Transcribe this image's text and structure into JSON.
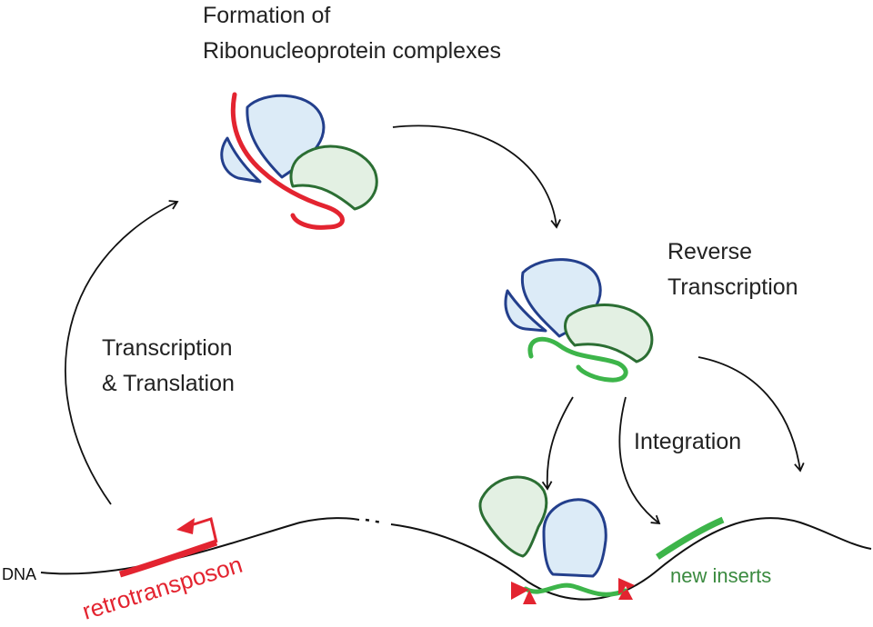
{
  "labels": {
    "formation_line1": "Formation of",
    "formation_line2": "Ribonucleoprotein complexes",
    "reverse_line1": "Reverse",
    "reverse_line2": "Transcription",
    "transcription_line1": "Transcription",
    "transcription_line2": "& Translation",
    "integration": "Integration",
    "dna": "DNA",
    "retrotransposon": "retrotransposon",
    "new_inserts": "new inserts"
  },
  "colors": {
    "rna_red": "#e32430",
    "cdna_green": "#3db54a",
    "protein_blue_stroke": "#233f8c",
    "protein_blue_fill": "#dcebf7",
    "protein_green_stroke": "#2b6e33",
    "protein_green_fill": "#e3f0e3",
    "dna_black": "#111111",
    "label_green": "#3a8a3f"
  }
}
